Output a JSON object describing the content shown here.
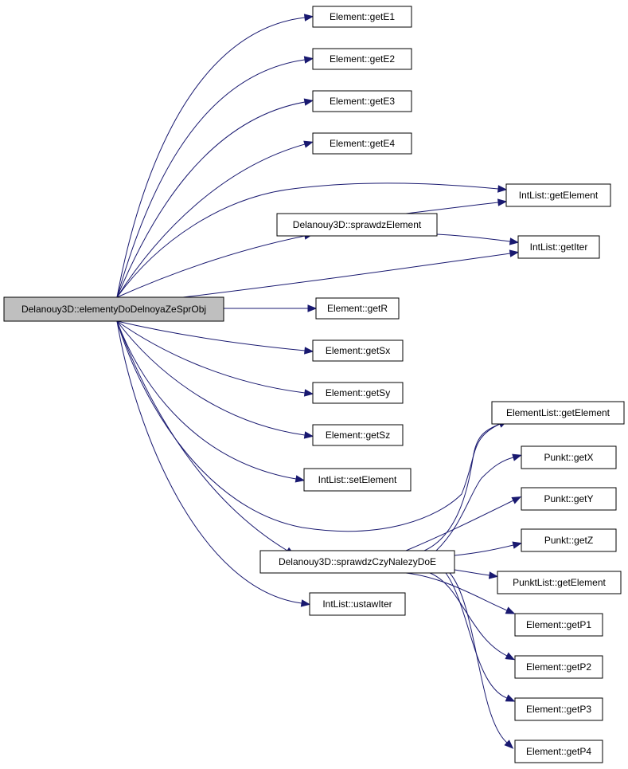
{
  "graph": {
    "colors": {
      "edge": "#191970",
      "node_fill": "#ffffff",
      "root_fill": "#bfbfbf",
      "node_border": "#000000",
      "text": "#000000"
    },
    "nodes": [
      {
        "id": "root",
        "label": "Delanouy3D::elementyDoDelnoyaZeSprObj",
        "root": true
      },
      {
        "id": "getE1",
        "label": "Element::getE1"
      },
      {
        "id": "getE2",
        "label": "Element::getE2"
      },
      {
        "id": "getE3",
        "label": "Element::getE3"
      },
      {
        "id": "getE4",
        "label": "Element::getE4"
      },
      {
        "id": "intGetElement",
        "label": "IntList::getElement"
      },
      {
        "id": "sprawdzElement",
        "label": "Delanouy3D::sprawdzElement"
      },
      {
        "id": "intGetIter",
        "label": "IntList::getIter"
      },
      {
        "id": "getR",
        "label": "Element::getR"
      },
      {
        "id": "getSx",
        "label": "Element::getSx"
      },
      {
        "id": "getSy",
        "label": "Element::getSy"
      },
      {
        "id": "getSz",
        "label": "Element::getSz"
      },
      {
        "id": "setElement",
        "label": "IntList::setElement"
      },
      {
        "id": "elemListGetElement",
        "label": "ElementList::getElement"
      },
      {
        "id": "punktGetX",
        "label": "Punkt::getX"
      },
      {
        "id": "punktGetY",
        "label": "Punkt::getY"
      },
      {
        "id": "punktGetZ",
        "label": "Punkt::getZ"
      },
      {
        "id": "sprawdzCzyNalezyDoE",
        "label": "Delanouy3D::sprawdzCzyNalezyDoE"
      },
      {
        "id": "punktListGetElement",
        "label": "PunktList::getElement"
      },
      {
        "id": "getP1",
        "label": "Element::getP1"
      },
      {
        "id": "ustawIter",
        "label": "IntList::ustawIter"
      },
      {
        "id": "getP2",
        "label": "Element::getP2"
      },
      {
        "id": "getP3",
        "label": "Element::getP3"
      },
      {
        "id": "getP4",
        "label": "Element::getP4"
      }
    ],
    "edges": [
      {
        "from": "root",
        "to": "getE1"
      },
      {
        "from": "root",
        "to": "getE2"
      },
      {
        "from": "root",
        "to": "getE3"
      },
      {
        "from": "root",
        "to": "getE4"
      },
      {
        "from": "root",
        "to": "intGetElement"
      },
      {
        "from": "root",
        "to": "sprawdzElement"
      },
      {
        "from": "root",
        "to": "intGetIter"
      },
      {
        "from": "root",
        "to": "getR"
      },
      {
        "from": "root",
        "to": "getSx"
      },
      {
        "from": "root",
        "to": "getSy"
      },
      {
        "from": "root",
        "to": "getSz"
      },
      {
        "from": "root",
        "to": "setElement"
      },
      {
        "from": "root",
        "to": "elemListGetElement"
      },
      {
        "from": "root",
        "to": "sprawdzCzyNalezyDoE"
      },
      {
        "from": "root",
        "to": "ustawIter"
      },
      {
        "from": "sprawdzElement",
        "to": "intGetElement"
      },
      {
        "from": "sprawdzElement",
        "to": "intGetIter"
      },
      {
        "from": "sprawdzCzyNalezyDoE",
        "to": "elemListGetElement"
      },
      {
        "from": "sprawdzCzyNalezyDoE",
        "to": "punktGetX"
      },
      {
        "from": "sprawdzCzyNalezyDoE",
        "to": "punktGetY"
      },
      {
        "from": "sprawdzCzyNalezyDoE",
        "to": "punktGetZ"
      },
      {
        "from": "sprawdzCzyNalezyDoE",
        "to": "punktListGetElement"
      },
      {
        "from": "sprawdzCzyNalezyDoE",
        "to": "getP1"
      },
      {
        "from": "sprawdzCzyNalezyDoE",
        "to": "getP2"
      },
      {
        "from": "sprawdzCzyNalezyDoE",
        "to": "getP3"
      },
      {
        "from": "sprawdzCzyNalezyDoE",
        "to": "getP4"
      }
    ]
  }
}
